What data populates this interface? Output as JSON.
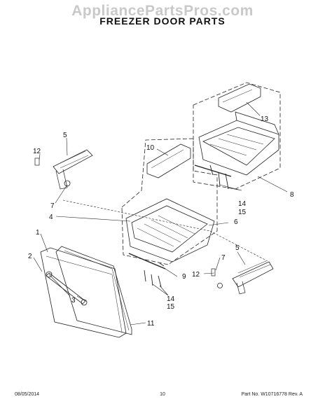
{
  "watermark": "AppliancePartsPros.com",
  "title": "FREEZER DOOR PARTS",
  "callouts": {
    "c1": "1",
    "c2": "2",
    "c3": "3",
    "c4": "4",
    "c5a": "5",
    "c5b": "5",
    "c6": "6",
    "c7a": "7",
    "c7b": "7",
    "c8": "8",
    "c9": "9",
    "c10": "10",
    "c11": "11",
    "c12a": "12",
    "c12b": "12",
    "c13": "13",
    "c14a": "14",
    "c14b": "14",
    "c15a": "15",
    "c15b": "15"
  },
  "footer": {
    "date": "08/05/2014",
    "page": "10",
    "part": "Part No.  W10716778  Rev. A"
  }
}
